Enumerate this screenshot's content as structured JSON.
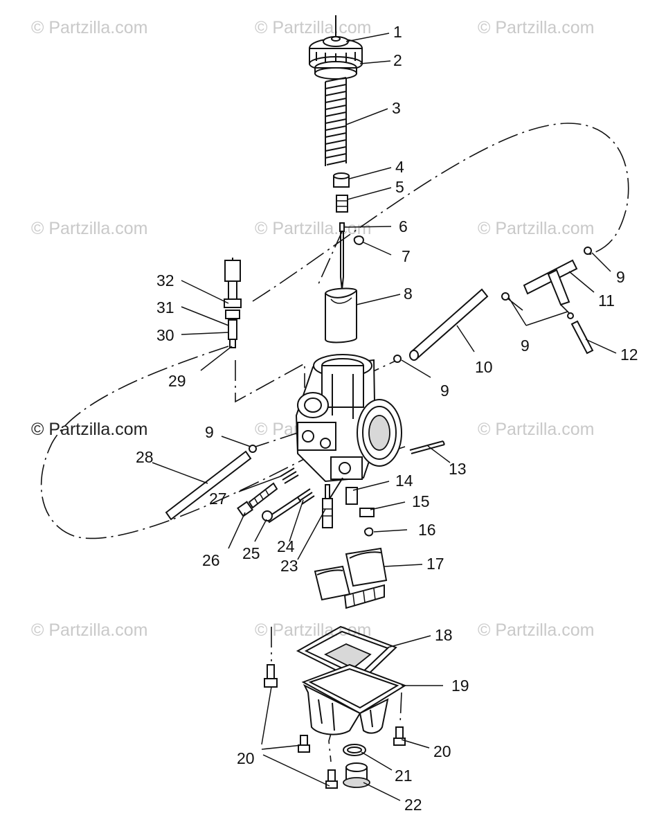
{
  "watermark_text": "© Partzilla.com",
  "callouts": [
    "1",
    "2",
    "3",
    "4",
    "5",
    "6",
    "7",
    "8",
    "9",
    "10",
    "11",
    "12",
    "13",
    "14",
    "15",
    "16",
    "17",
    "18",
    "19",
    "20",
    "21",
    "22",
    "23",
    "24",
    "25",
    "26",
    "27",
    "28",
    "29",
    "30",
    "31",
    "32"
  ]
}
